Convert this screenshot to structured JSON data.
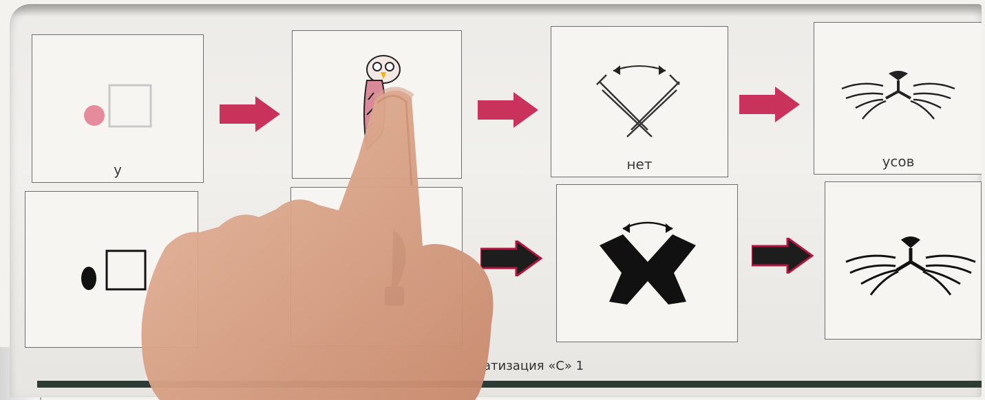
{
  "cards_top": [
    {
      "label": "у",
      "icon": "pink-dot-square-icon"
    },
    {
      "label": "",
      "icon": "owl-icon"
    },
    {
      "label": "нет",
      "icon": "crossed-hands-icon"
    },
    {
      "label": "усов",
      "icon": "whiskers-icon"
    }
  ],
  "cards_bottom": [
    {
      "icon": "black-dot-square-icon"
    },
    {
      "icon": "owl-silhouette-icon"
    },
    {
      "icon": "crossed-hands-silhouette-icon"
    },
    {
      "icon": "whiskers-silhouette-icon"
    }
  ],
  "footer": {
    "text": "атизация «С» 1"
  },
  "colors": {
    "pink_arrow": "#c8325b",
    "dark_arrow": "#1d1d1d",
    "arrow_outline": "#b0163f",
    "paper": "#f1f0ed"
  }
}
